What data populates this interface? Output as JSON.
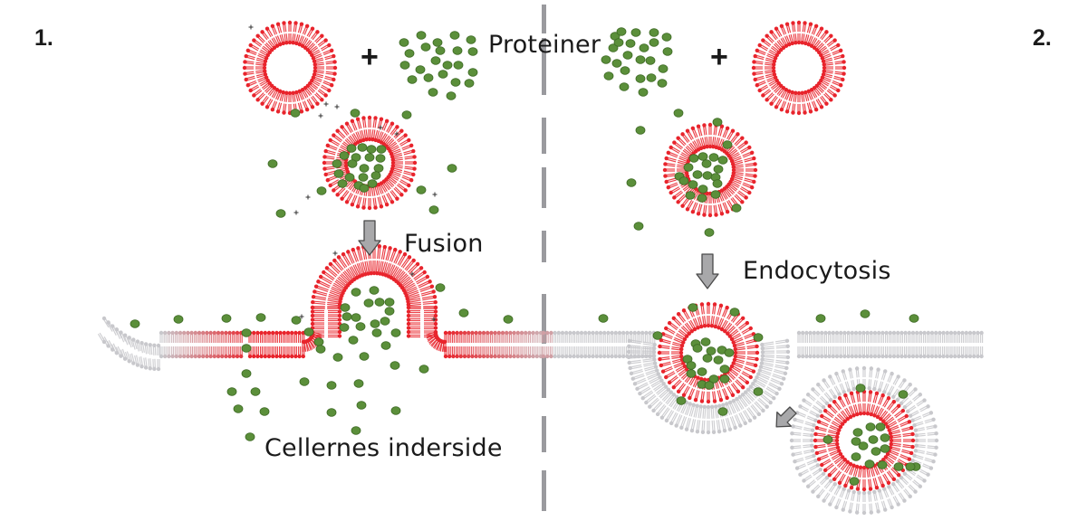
{
  "panels": {
    "left_number": "1.",
    "right_number": "2."
  },
  "labels": {
    "proteins": "Proteiner",
    "fusion": "Fusion",
    "endocytosis": "Endocytosis",
    "cell_inside": "Cellernes inderside",
    "plus_symbol": "+"
  },
  "colors": {
    "lipid_red": "#e8242c",
    "lipid_gray": "#c8c8cc",
    "protein_green": "#5b8f3a",
    "protein_edge": "#3f6b25",
    "arrow_fill": "#a8a8aa",
    "arrow_stroke": "#4a4a4a",
    "divider": "#9a9a9e",
    "text": "#1a1a1a"
  },
  "icons": {
    "arrow_fusion": "down-arrow-icon",
    "arrow_endocytosis": "down-arrow-icon",
    "arrow_vesicle": "diagonal-arrow-icon"
  }
}
